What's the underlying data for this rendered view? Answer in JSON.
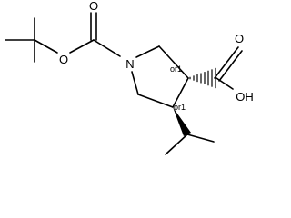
{
  "molecule": {
    "atoms": {
      "ester_oxygen": "O",
      "carbonyl_oxygen_carbamate": "O",
      "ring_nitrogen": "N",
      "carbonyl_oxygen_acid": "O",
      "hydroxyl": "OH"
    },
    "stereo_labels": {
      "c3": "or1",
      "c4": "or1"
    }
  },
  "colors": {
    "bond": "#000000",
    "text": "#000000",
    "background": "#ffffff"
  }
}
